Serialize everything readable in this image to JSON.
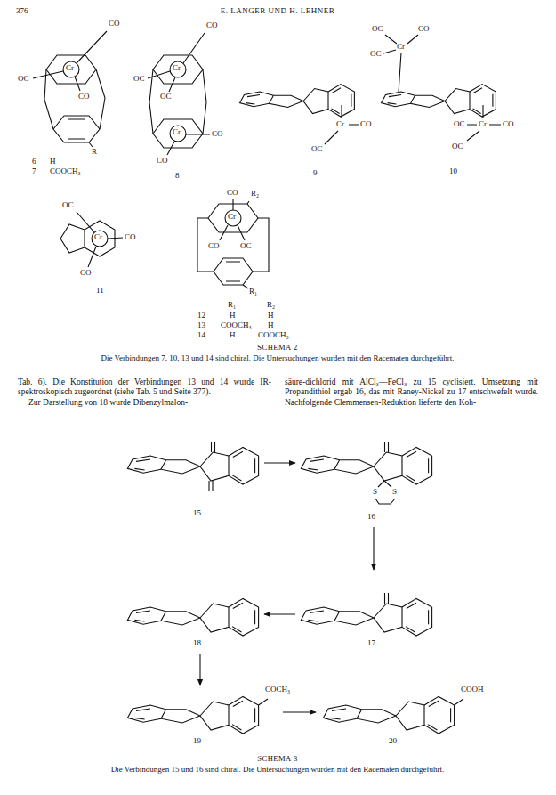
{
  "diagram": {
    "labels": [
      "376",
      "E. LANGER UND H. LEHNER",
      "CO",
      "OC",
      "Cr",
      "CO",
      "R",
      "6",
      "H",
      "7",
      "COOCH₃",
      "CO",
      "OC",
      "Cr",
      "OC",
      "Cr",
      "CO",
      "CO",
      "8",
      "Cr",
      "CO",
      "OC",
      "9",
      "OC",
      "CO",
      "OC",
      "Cr",
      "OC",
      "Cr",
      "CO",
      "OC",
      "10",
      "OC",
      "Cr",
      "CO",
      "CO",
      "11",
      "CO",
      "R₂",
      "Cr",
      "CO",
      "OC",
      "R₁",
      "R₁",
      "R₂",
      "12",
      "H",
      "H",
      "13",
      "COOCH₃",
      "H",
      "14",
      "H",
      "COOCH₃",
      "SCHEMA 2",
      "Die Verbindungen 7, 10, 13 und 14 sind chiral. Die Untersuchungen wurden mit den Racematen durchgeführt.",
      "Tab. 6). Die Konstitution der Verbindungen 13 und 14 wurde IR-spektroskopisch zugeordnet (siehe Tab. 5 und Seite 377).",
      "Zur Darstellung von 18 wurde Dibenzylmalon-",
      "säure-dichlorid mit AlCl₃—FeCl₃ zu 15 cyclisiert. Umsetzung mit Propandithiol ergab 16, das mit Raney-Nickel zu 17 entschwefelt wurde. Nachfolgende Clemmensen-Reduktion lieferte den Koh-",
      "15",
      "16",
      "S",
      "S",
      "17",
      "18",
      "COCH₃",
      "19",
      "COOH",
      "20",
      "SCHEMA 3",
      "Die Verbindungen 15 und 16 sind chiral. Die Untersuchungen wurden mit den Racematen durchgeführt."
    ]
  }
}
